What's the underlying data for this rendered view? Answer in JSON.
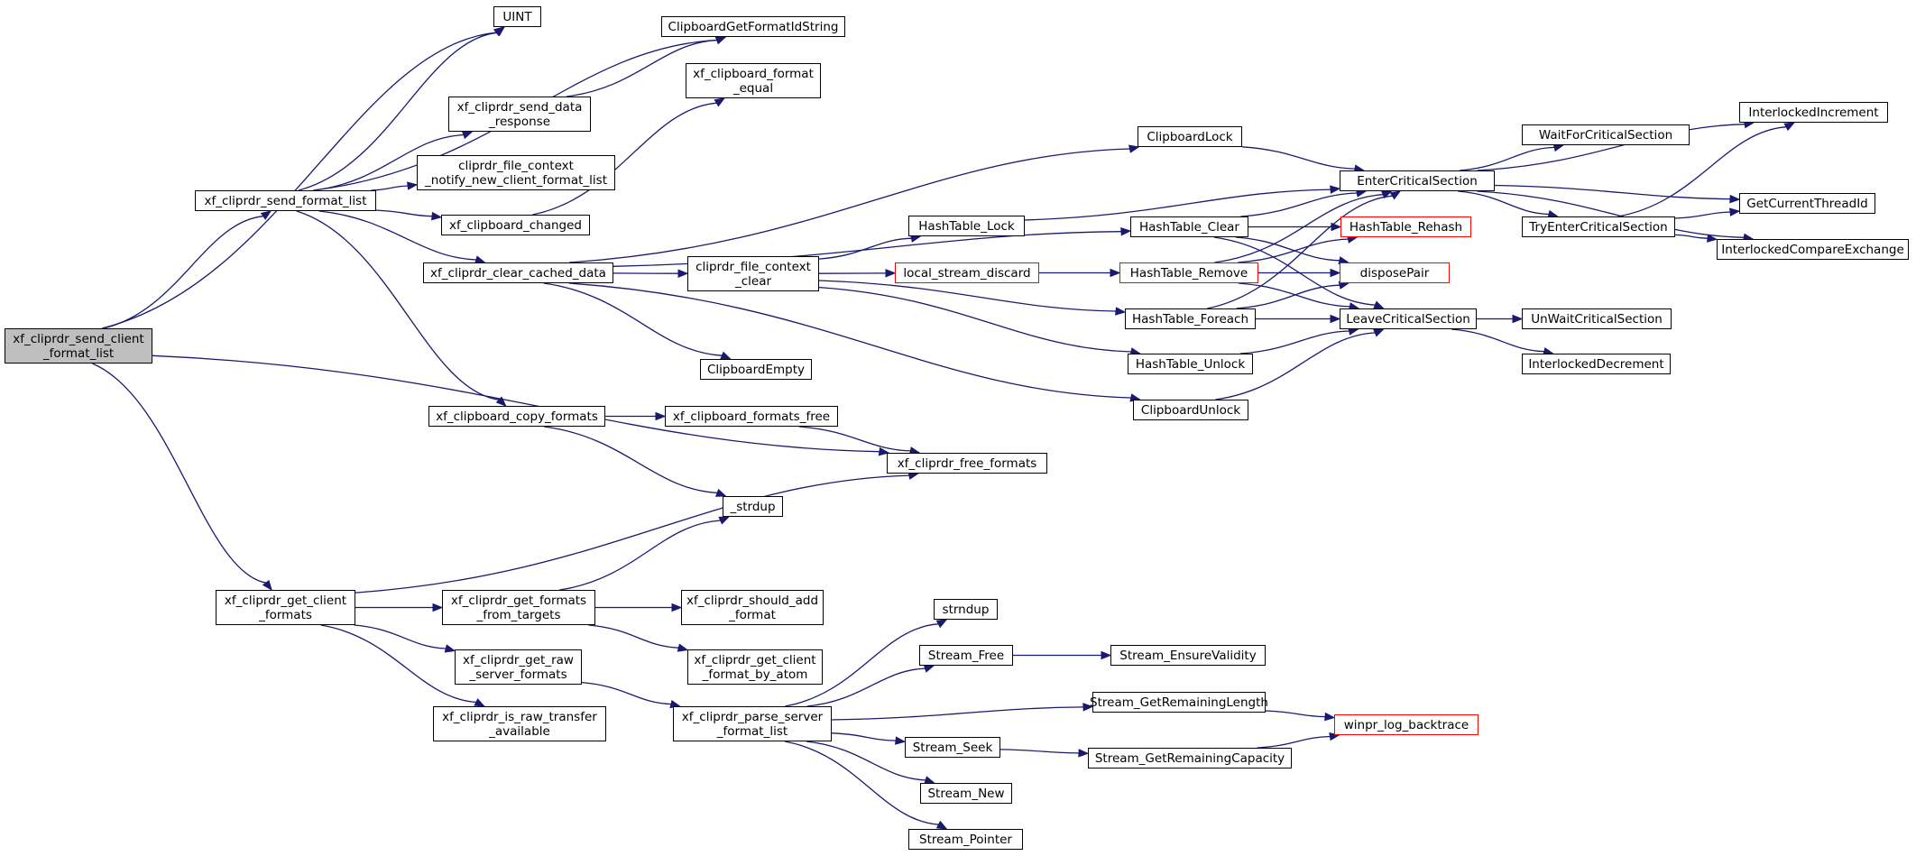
{
  "graph": {
    "colors": {
      "edge": "#191970",
      "root_fill": "#bfbfbf",
      "node_border": "#000000",
      "highlight_border": "#ff0000"
    },
    "nodes": [
      {
        "id": "root",
        "label": "xf_cliprdr_send_client\n_format_list",
        "style": "root"
      },
      {
        "id": "send_format_list",
        "label": "xf_cliprdr_send_format_list"
      },
      {
        "id": "get_client_formats",
        "label": "xf_cliprdr_get_client\n_formats"
      },
      {
        "id": "uint",
        "label": "UINT"
      },
      {
        "id": "getformatidstring",
        "label": "ClipboardGetFormatIdString"
      },
      {
        "id": "format_equal",
        "label": "xf_clipboard_format\n_equal"
      },
      {
        "id": "send_data_response",
        "label": "xf_cliprdr_send_data\n_response"
      },
      {
        "id": "notify_new",
        "label": "cliprdr_file_context\n_notify_new_client_format_list"
      },
      {
        "id": "clipboard_changed",
        "label": "xf_clipboard_changed"
      },
      {
        "id": "clear_cached",
        "label": "xf_cliprdr_clear_cached_data"
      },
      {
        "id": "copy_formats",
        "label": "xf_clipboard_copy_formats"
      },
      {
        "id": "free_formats",
        "label": "xf_cliprdr_free_formats"
      },
      {
        "id": "formats_free",
        "label": "xf_clipboard_formats_free"
      },
      {
        "id": "strdup",
        "label": "_strdup"
      },
      {
        "id": "clipboardempty",
        "label": "ClipboardEmpty"
      },
      {
        "id": "file_context_clear",
        "label": "cliprdr_file_context\n_clear"
      },
      {
        "id": "clipboardlock",
        "label": "ClipboardLock"
      },
      {
        "id": "hashtable_lock",
        "label": "HashTable_Lock"
      },
      {
        "id": "local_stream_discard",
        "label": "local_stream_discard",
        "style": "red"
      },
      {
        "id": "hashtable_clear",
        "label": "HashTable_Clear"
      },
      {
        "id": "hashtable_remove",
        "label": "HashTable_Remove",
        "style": "red"
      },
      {
        "id": "hashtable_foreach",
        "label": "HashTable_Foreach"
      },
      {
        "id": "hashtable_unlock",
        "label": "HashTable_Unlock"
      },
      {
        "id": "clipboardunlock",
        "label": "ClipboardUnlock"
      },
      {
        "id": "entercs",
        "label": "EnterCriticalSection"
      },
      {
        "id": "hashtable_rehash",
        "label": "HashTable_Rehash",
        "style": "red"
      },
      {
        "id": "disposepair",
        "label": "disposePair",
        "style": "red"
      },
      {
        "id": "leavecs",
        "label": "LeaveCriticalSection"
      },
      {
        "id": "waitforcs",
        "label": "WaitForCriticalSection"
      },
      {
        "id": "tryentercs",
        "label": "TryEnterCriticalSection"
      },
      {
        "id": "unwaitcs",
        "label": "UnWaitCriticalSection"
      },
      {
        "id": "interlockeddecrement",
        "label": "InterlockedDecrement"
      },
      {
        "id": "interlockedincrement",
        "label": "InterlockedIncrement"
      },
      {
        "id": "getcurrentthreadid",
        "label": "GetCurrentThreadId"
      },
      {
        "id": "interlockedcompareexchange",
        "label": "InterlockedCompareExchange"
      },
      {
        "id": "formats_from_targets",
        "label": "xf_cliprdr_get_formats\n_from_targets"
      },
      {
        "id": "get_raw_server_formats",
        "label": "xf_cliprdr_get_raw\n_server_formats"
      },
      {
        "id": "is_raw_transfer",
        "label": "xf_cliprdr_is_raw_transfer\n_available"
      },
      {
        "id": "should_add_format",
        "label": "xf_cliprdr_should_add\n_format"
      },
      {
        "id": "get_client_format_by_atom",
        "label": "xf_cliprdr_get_client\n_format_by_atom"
      },
      {
        "id": "parse_server_format_list",
        "label": "xf_cliprdr_parse_server\n_format_list"
      },
      {
        "id": "strndup",
        "label": "strndup"
      },
      {
        "id": "stream_free",
        "label": "Stream_Free"
      },
      {
        "id": "stream_ensurevalidity",
        "label": "Stream_EnsureValidity"
      },
      {
        "id": "stream_getremaininglength",
        "label": "Stream_GetRemainingLength"
      },
      {
        "id": "winpr_log_backtrace",
        "label": "winpr_log_backtrace",
        "style": "red"
      },
      {
        "id": "stream_seek",
        "label": "Stream_Seek"
      },
      {
        "id": "stream_getremainingcapacity",
        "label": "Stream_GetRemainingCapacity"
      },
      {
        "id": "stream_new",
        "label": "Stream_New"
      },
      {
        "id": "stream_pointer",
        "label": "Stream_Pointer"
      }
    ],
    "edges": [
      {
        "from": "root",
        "to": "uint"
      },
      {
        "from": "root",
        "to": "send_format_list"
      },
      {
        "from": "root",
        "to": "free_formats"
      },
      {
        "from": "root",
        "to": "get_client_formats"
      },
      {
        "from": "send_format_list",
        "to": "uint"
      },
      {
        "from": "send_format_list",
        "to": "getformatidstring"
      },
      {
        "from": "send_format_list",
        "to": "send_data_response"
      },
      {
        "from": "send_format_list",
        "to": "notify_new"
      },
      {
        "from": "send_format_list",
        "to": "clipboard_changed"
      },
      {
        "from": "send_format_list",
        "to": "clear_cached"
      },
      {
        "from": "send_format_list",
        "to": "copy_formats"
      },
      {
        "from": "send_data_response",
        "to": "getformatidstring"
      },
      {
        "from": "clipboard_changed",
        "to": "format_equal"
      },
      {
        "from": "clear_cached",
        "to": "clipboardlock"
      },
      {
        "from": "clear_cached",
        "to": "hashtable_clear"
      },
      {
        "from": "clear_cached",
        "to": "file_context_clear"
      },
      {
        "from": "clear_cached",
        "to": "clipboardempty"
      },
      {
        "from": "clear_cached",
        "to": "clipboardunlock"
      },
      {
        "from": "file_context_clear",
        "to": "hashtable_lock"
      },
      {
        "from": "file_context_clear",
        "to": "local_stream_discard"
      },
      {
        "from": "file_context_clear",
        "to": "hashtable_foreach"
      },
      {
        "from": "file_context_clear",
        "to": "hashtable_unlock"
      },
      {
        "from": "local_stream_discard",
        "to": "hashtable_remove"
      },
      {
        "from": "clipboardlock",
        "to": "entercs"
      },
      {
        "from": "hashtable_lock",
        "to": "entercs"
      },
      {
        "from": "hashtable_clear",
        "to": "entercs"
      },
      {
        "from": "hashtable_clear",
        "to": "hashtable_rehash"
      },
      {
        "from": "hashtable_clear",
        "to": "disposepair"
      },
      {
        "from": "hashtable_clear",
        "to": "leavecs"
      },
      {
        "from": "hashtable_remove",
        "to": "entercs"
      },
      {
        "from": "hashtable_remove",
        "to": "hashtable_rehash"
      },
      {
        "from": "hashtable_remove",
        "to": "disposepair"
      },
      {
        "from": "hashtable_remove",
        "to": "leavecs"
      },
      {
        "from": "hashtable_foreach",
        "to": "entercs"
      },
      {
        "from": "hashtable_foreach",
        "to": "disposepair"
      },
      {
        "from": "hashtable_foreach",
        "to": "leavecs"
      },
      {
        "from": "hashtable_unlock",
        "to": "leavecs"
      },
      {
        "from": "clipboardunlock",
        "to": "leavecs"
      },
      {
        "from": "entercs",
        "to": "interlockedincrement"
      },
      {
        "from": "entercs",
        "to": "waitforcs"
      },
      {
        "from": "entercs",
        "to": "getcurrentthreadid"
      },
      {
        "from": "entercs",
        "to": "tryentercs"
      },
      {
        "from": "entercs",
        "to": "interlockedcompareexchange"
      },
      {
        "from": "tryentercs",
        "to": "interlockedincrement"
      },
      {
        "from": "tryentercs",
        "to": "getcurrentthreadid"
      },
      {
        "from": "tryentercs",
        "to": "interlockedcompareexchange"
      },
      {
        "from": "leavecs",
        "to": "unwaitcs"
      },
      {
        "from": "leavecs",
        "to": "interlockeddecrement"
      },
      {
        "from": "copy_formats",
        "to": "formats_free"
      },
      {
        "from": "copy_formats",
        "to": "strdup"
      },
      {
        "from": "formats_free",
        "to": "free_formats"
      },
      {
        "from": "get_client_formats",
        "to": "free_formats"
      },
      {
        "from": "get_client_formats",
        "to": "formats_from_targets"
      },
      {
        "from": "get_client_formats",
        "to": "get_raw_server_formats"
      },
      {
        "from": "get_client_formats",
        "to": "is_raw_transfer"
      },
      {
        "from": "formats_from_targets",
        "to": "strdup"
      },
      {
        "from": "formats_from_targets",
        "to": "should_add_format"
      },
      {
        "from": "formats_from_targets",
        "to": "get_client_format_by_atom"
      },
      {
        "from": "get_raw_server_formats",
        "to": "parse_server_format_list"
      },
      {
        "from": "parse_server_format_list",
        "to": "strndup"
      },
      {
        "from": "parse_server_format_list",
        "to": "stream_free"
      },
      {
        "from": "parse_server_format_list",
        "to": "stream_getremaininglength"
      },
      {
        "from": "parse_server_format_list",
        "to": "stream_seek"
      },
      {
        "from": "parse_server_format_list",
        "to": "stream_new"
      },
      {
        "from": "parse_server_format_list",
        "to": "stream_pointer"
      },
      {
        "from": "stream_free",
        "to": "stream_ensurevalidity"
      },
      {
        "from": "stream_getremaininglength",
        "to": "winpr_log_backtrace"
      },
      {
        "from": "stream_seek",
        "to": "stream_getremainingcapacity"
      },
      {
        "from": "stream_getremainingcapacity",
        "to": "winpr_log_backtrace"
      }
    ]
  }
}
